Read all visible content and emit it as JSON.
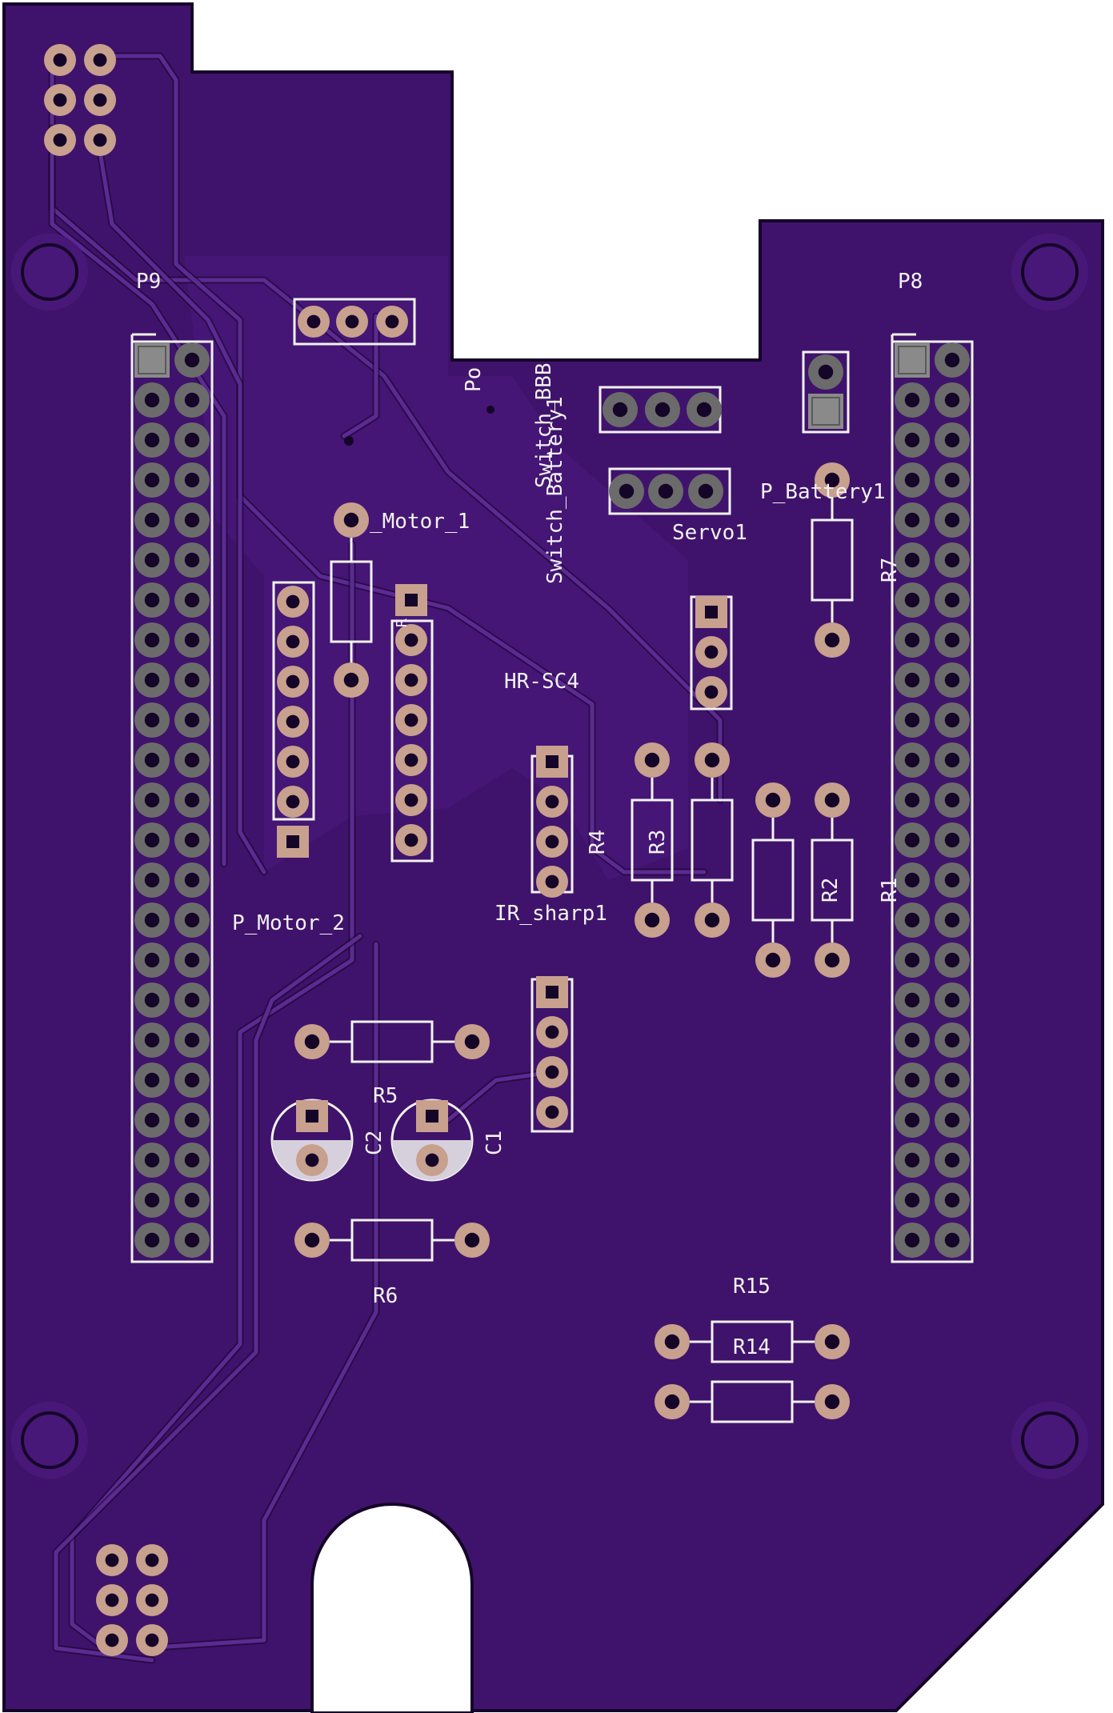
{
  "board": {
    "colors": {
      "board": "#3f136b",
      "copper": "#4b1a7d",
      "trace": "#5c2a92",
      "outline": "#150528",
      "silk": "#f2f2f2",
      "pad": "#c8a08e",
      "pad_dark": "#6b6b6b",
      "pad_sq": "#8a8a8a"
    },
    "labels": {
      "p9": "P9",
      "p8": "P8",
      "p_motor_1": "_Motor_1",
      "p_motor_2": "P_Motor_2",
      "hr_sc4": "HR-SC4",
      "ir_sharp1": "IR_sharp1",
      "servo1": "Servo1",
      "p_battery1": "P_Battery1",
      "switch_battery1": "Switch_Battery1",
      "switch_bb": "Switch_BBB",
      "po": "Po",
      "r1": "R1",
      "r2": "R2",
      "r3": "R3",
      "r4": "R4",
      "r5": "R5",
      "r6": "R6",
      "r7": "R7",
      "r14": "R14",
      "r15": "R15",
      "c1": "C1",
      "c2": "C2",
      "ic_marker": "R"
    }
  }
}
